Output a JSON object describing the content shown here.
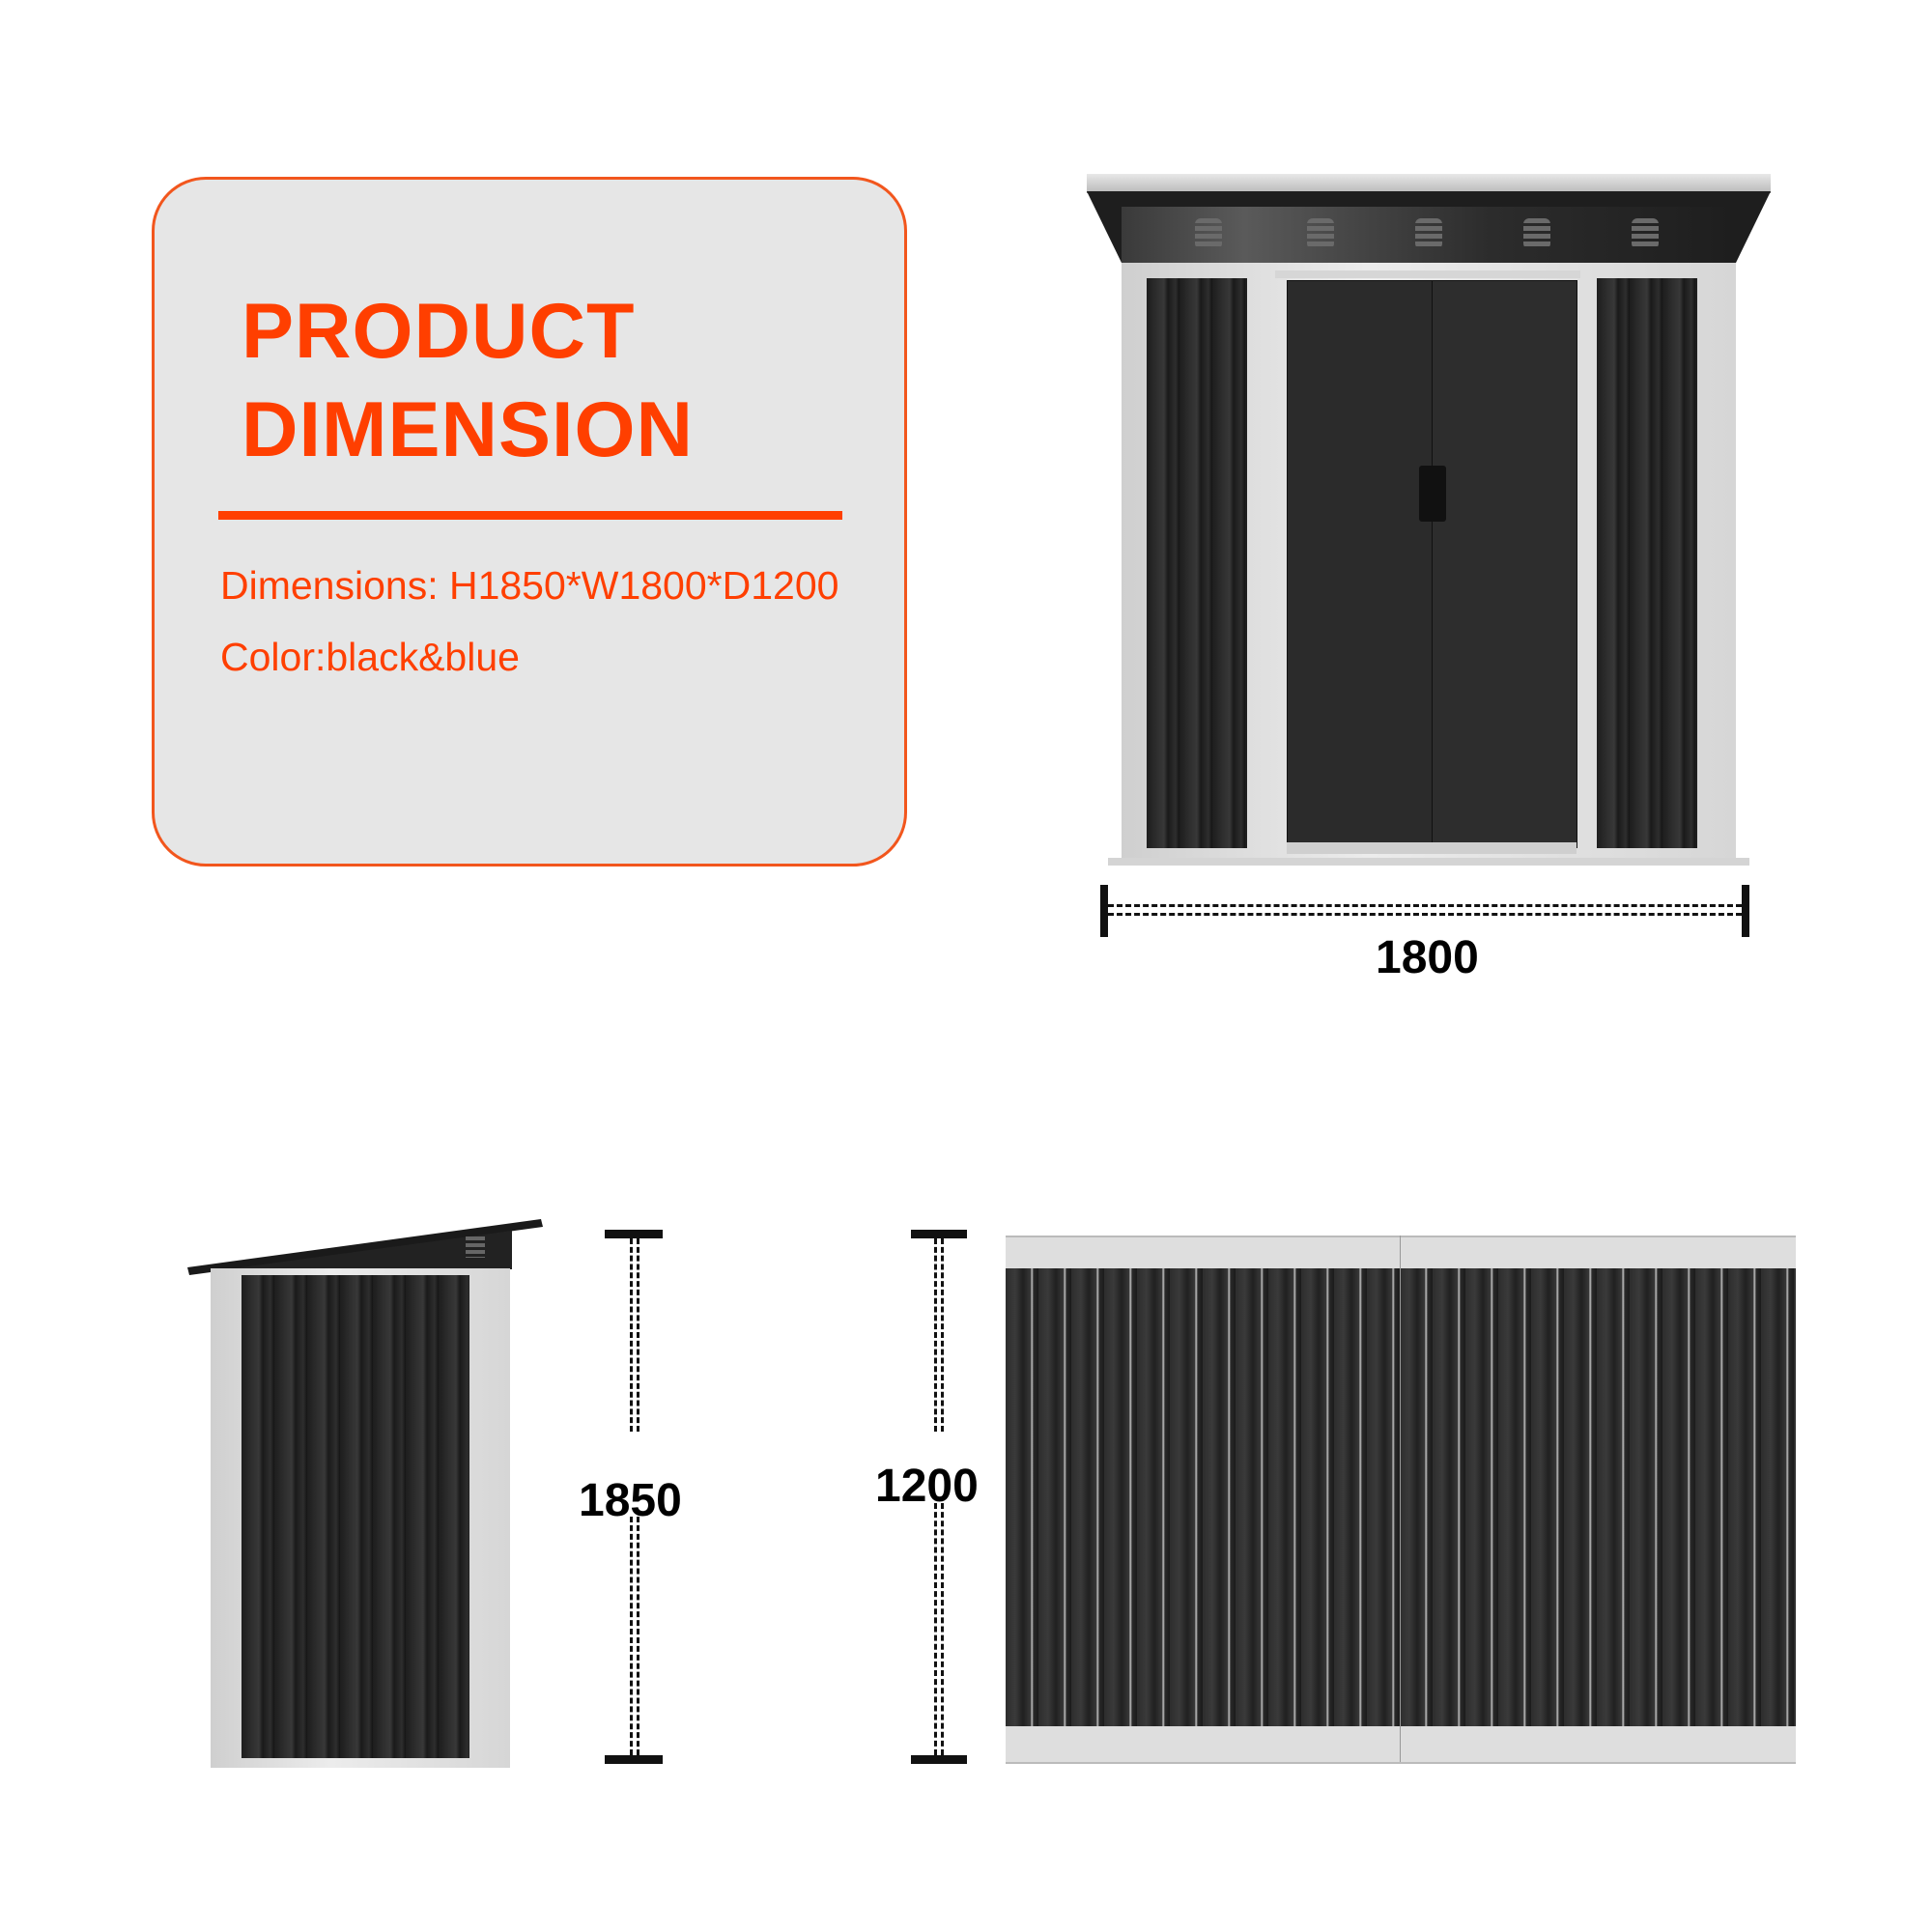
{
  "info_card": {
    "title_line1": "PRODUCT",
    "title_line2": "DIMENSION",
    "dimensions_text": "Dimensions: H1850*W1800*D1200",
    "color_text": "Color:black&blue",
    "accent_color": "#ff3f00",
    "background_color": "#e6e6e6"
  },
  "front_view": {
    "image": "shed-front-icon",
    "width_label": "1800"
  },
  "side_view": {
    "image": "shed-side-icon",
    "height_label": "1850"
  },
  "top_view": {
    "image": "shed-top-icon",
    "depth_label": "1200"
  },
  "product_colors": {
    "panel": "#2a2a2a",
    "frame": "#e0e0e0"
  }
}
